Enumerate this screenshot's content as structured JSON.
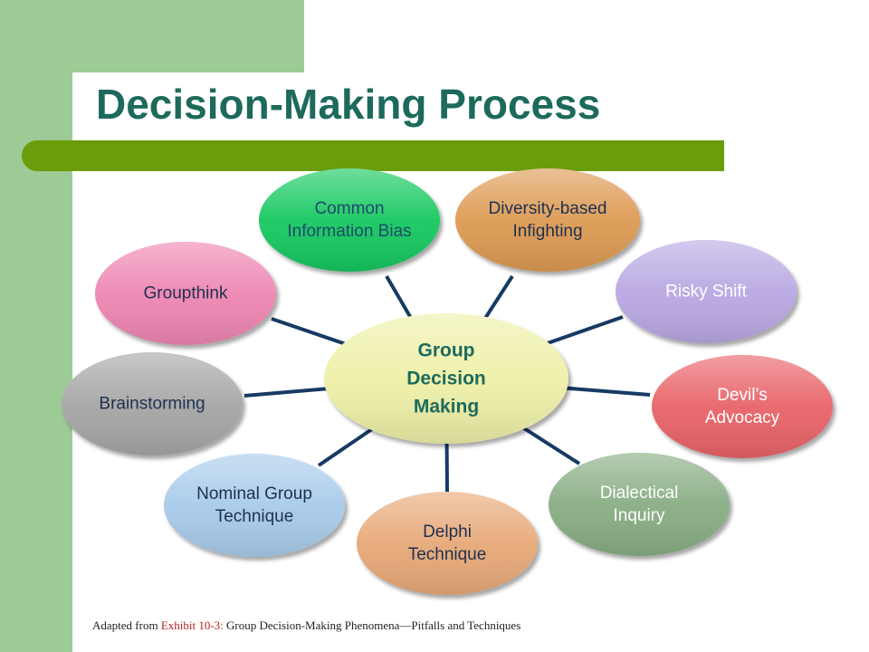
{
  "slide": {
    "title": "Decision-Making Process",
    "colors": {
      "sidebar": "#9ccb95",
      "title_text": "#1d6a5c",
      "title_rule": "#6b9c0a",
      "connector": "#163a63"
    }
  },
  "diagram": {
    "center": {
      "lines": [
        "Group",
        "Decision",
        "Making"
      ],
      "color": "#eef0a8",
      "text_color": "#1d6a5c"
    },
    "nodes": [
      {
        "id": "common-information-bias",
        "lines": [
          "Common",
          "Information Bias"
        ],
        "color": "#19c860",
        "text_color": "#1d4a6b"
      },
      {
        "id": "diversity-based-infighting",
        "lines": [
          "Diversity-based",
          "Infighting"
        ],
        "color": "#dd9a52",
        "text_color": "#1f3050"
      },
      {
        "id": "risky-shift",
        "lines": [
          "Risky Shift"
        ],
        "color": "#b9a8e2",
        "text_color": "#ffffff"
      },
      {
        "id": "devils-advocacy",
        "lines": [
          "Devil’s",
          "Advocacy"
        ],
        "color": "#e86468",
        "text_color": "#ffffff"
      },
      {
        "id": "dialectical-inquiry",
        "lines": [
          "Dialectical",
          "Inquiry"
        ],
        "color": "#88ad83",
        "text_color": "#ffffff"
      },
      {
        "id": "delphi-technique",
        "lines": [
          "Delphi",
          "Technique"
        ],
        "color": "#e7a978",
        "text_color": "#1f3050"
      },
      {
        "id": "nominal-group-technique",
        "lines": [
          "Nominal Group",
          "Technique"
        ],
        "color": "#a8cbea",
        "text_color": "#1f3050"
      },
      {
        "id": "brainstorming",
        "lines": [
          "Brainstorming"
        ],
        "color": "#a6a6a6",
        "text_color": "#1f3050"
      },
      {
        "id": "groupthink",
        "lines": [
          "Groupthink"
        ],
        "color": "#ee86b2",
        "text_color": "#1f3050"
      }
    ]
  },
  "footnote": {
    "prefix": "Adapted from ",
    "exhibit": "Exhibit 10-3:",
    "rest": " Group Decision-Making  Phenomena—Pitfalls and Techniques"
  }
}
